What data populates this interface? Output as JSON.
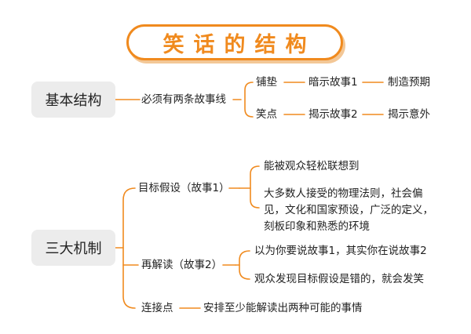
{
  "title": "笑话的结构",
  "colors": {
    "accent": "#f08a1e",
    "accent_shadow": "#f3c796",
    "root_box": "#ececec",
    "connector": "#f08a1e"
  },
  "section1": {
    "root": "基本结构",
    "branch": "必须有两条故事线",
    "lines": [
      {
        "label": "铺垫",
        "story": "暗示故事1",
        "result": "制造预期"
      },
      {
        "label": "笑点",
        "story": "揭示故事2",
        "result": "揭示意外"
      }
    ]
  },
  "section2": {
    "root": "三大机制",
    "items": [
      {
        "label": "目标假设（故事1）",
        "children": [
          "能被观众轻松联想到",
          "大多数人接受的物理法则，社会偏见，文化和国家预设，广泛的定义，刻板印象和熟悉的环境"
        ]
      },
      {
        "label": "再解读（故事2）",
        "children": [
          "以为你要说故事1，其实你在说故事2",
          "观众发现目标假设是错的，就会发笑"
        ]
      },
      {
        "label": "连接点",
        "children": [
          "安排至少能解读出两种可能的事情"
        ]
      }
    ]
  }
}
